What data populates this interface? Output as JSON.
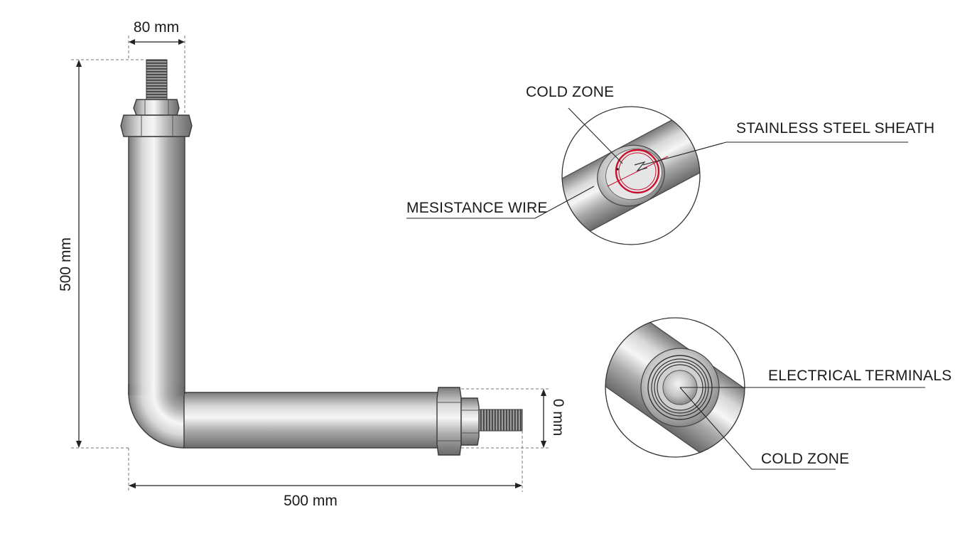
{
  "dimensions": {
    "top_width": "80 mm",
    "height": "500 mm",
    "length": "500 mm",
    "end_height": "0 mm"
  },
  "labels": {
    "cold_zone_top": "COLD ZONE",
    "sheath": "STAINLESS STEEL SHEATH",
    "resistance_wire": "MESISTANCE WIRE",
    "terminals": "ELECTRICAL TERMINALS",
    "cold_zone_bottom": "COLD ZONE"
  },
  "colors": {
    "steel_light": "#f2f2f2",
    "steel_mid": "#b8b8b8",
    "steel_dark": "#6e6e6e",
    "wire_red": "#c8102e",
    "line": "#222222"
  }
}
